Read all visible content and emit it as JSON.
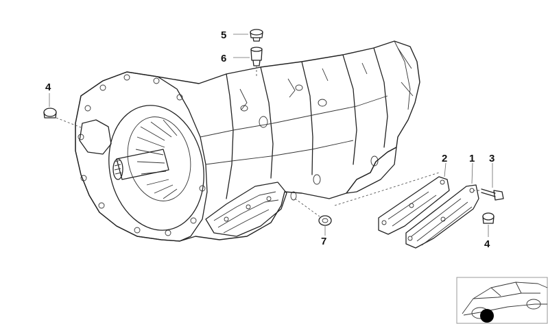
{
  "diagram": {
    "callouts": [
      {
        "id": "c1",
        "label": "1"
      },
      {
        "id": "c2",
        "label": "2"
      },
      {
        "id": "c3",
        "label": "3"
      },
      {
        "id": "c4a",
        "label": "4"
      },
      {
        "id": "c4b",
        "label": "4"
      },
      {
        "id": "c5",
        "label": "5"
      },
      {
        "id": "c6",
        "label": "6"
      },
      {
        "id": "c7",
        "label": "7"
      }
    ],
    "parts": [
      {
        "name": "transmission-housing"
      },
      {
        "name": "filter-plate"
      },
      {
        "name": "gasket"
      },
      {
        "name": "bolt"
      },
      {
        "name": "plug"
      },
      {
        "name": "cap"
      },
      {
        "name": "sleeve"
      },
      {
        "name": "seal-ring"
      }
    ]
  }
}
